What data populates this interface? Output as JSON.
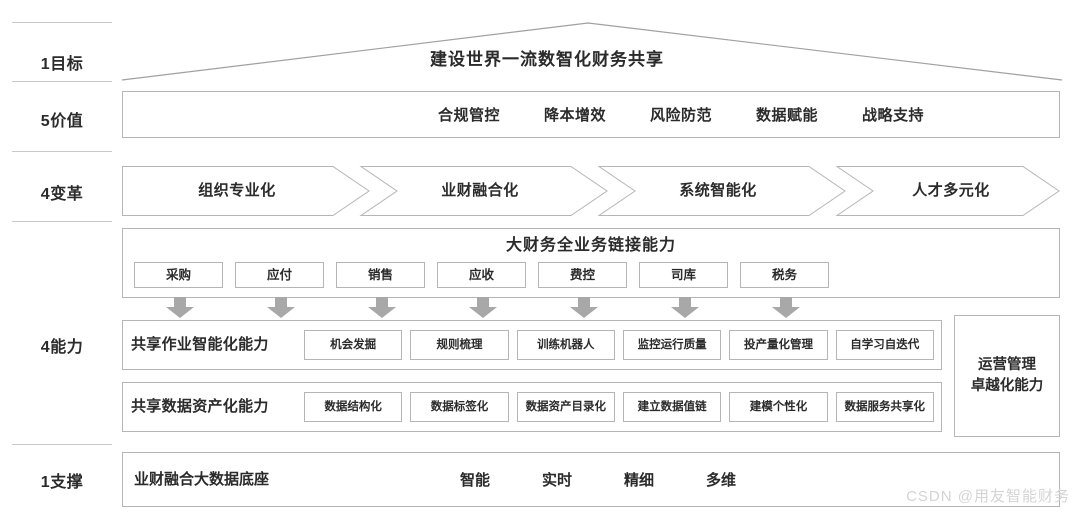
{
  "rows": {
    "goal": {
      "label": "1目标",
      "title": "建设世界一流数智化财务共享"
    },
    "value": {
      "label": "5价值",
      "items": [
        "合规管控",
        "降本增效",
        "风险防范",
        "数据赋能",
        "战略支持"
      ]
    },
    "change": {
      "label": "4变革",
      "items": [
        "组织专业化",
        "业财融合化",
        "系统智能化",
        "人才多元化"
      ]
    },
    "ability": {
      "label": "4能力"
    },
    "support": {
      "label": "1支撑"
    }
  },
  "chain": {
    "title": "大财务全业务链接能力",
    "items": [
      "采购",
      "应付",
      "销售",
      "应收",
      "费控",
      "司库",
      "税务"
    ]
  },
  "capabilities": [
    {
      "title": "共享作业智能化能力",
      "items": [
        "机会发掘",
        "规则梳理",
        "训练机器人",
        "监控运行质量",
        "投产量化管理",
        "自学习自迭代"
      ]
    },
    {
      "title": "共享数据资产化能力",
      "items": [
        "数据结构化",
        "数据标签化",
        "数据资产目录化",
        "建立数据值链",
        "建模个性化",
        "数据服务共享化"
      ]
    }
  ],
  "ops": {
    "line1": "运营管理",
    "line2": "卓越化能力"
  },
  "support": {
    "title": "业财融合大数据底座",
    "items": [
      "智能",
      "实时",
      "精细",
      "多维"
    ]
  },
  "watermark": "CSDN @用友智能财务",
  "colors": {
    "border": "#b5b5b5",
    "divider": "#c9c9c9",
    "text": "#2b2b2b",
    "arrow": "#a8a8a8",
    "watermark": "#d4d4d4"
  }
}
